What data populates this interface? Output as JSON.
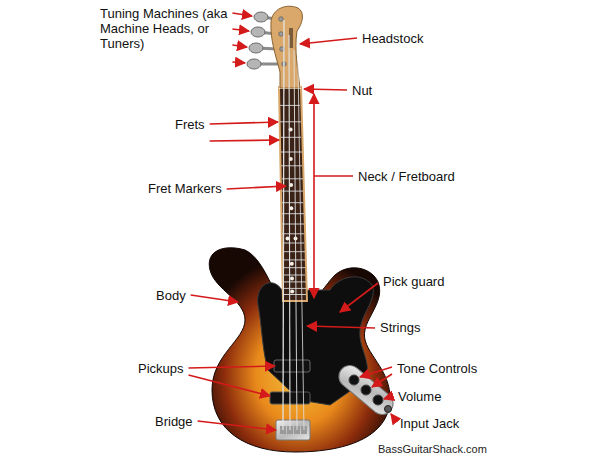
{
  "diagram": {
    "labels": [
      "Tuning Machines (aka Machine Heads, or Tuners)",
      "Headstock",
      "Nut",
      "Frets",
      "Neck / Fretboard",
      "Fret Markers",
      "Body",
      "Pick guard",
      "Strings",
      "Pickups",
      "Tone Controls",
      "Volume",
      "Bridge",
      "Input Jack",
      "BassGuitarShack.com"
    ]
  }
}
